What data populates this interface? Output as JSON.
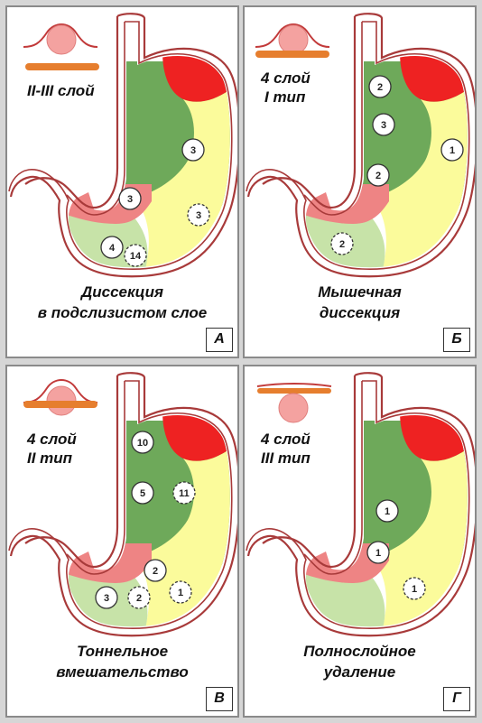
{
  "colors": {
    "outline": "#a83a3a",
    "dark_green": "#6ea95a",
    "light_green": "#c7e3a8",
    "red": "#ee2222",
    "pink": "#ee8484",
    "yellow": "#fbfb9b",
    "lesion": "#f4a2a0",
    "plate": "#e67e2e"
  },
  "panels": [
    {
      "id": "a",
      "letter": "А",
      "title_lines": [
        "II-III слой"
      ],
      "caption_lines": [
        "Диссекция",
        "в подслизистом слое"
      ],
      "markers": [
        {
          "label": "3",
          "dashed": false
        },
        {
          "label": "3",
          "dashed": false
        },
        {
          "label": "3",
          "dashed": true
        },
        {
          "label": "4",
          "dashed": false
        },
        {
          "label": "14",
          "dashed": true
        }
      ]
    },
    {
      "id": "b",
      "letter": "Б",
      "title_lines": [
        "4 слой",
        "I тип"
      ],
      "caption_lines": [
        "Мышечная",
        "диссекция"
      ],
      "markers": [
        {
          "label": "2",
          "dashed": false
        },
        {
          "label": "3",
          "dashed": false
        },
        {
          "label": "2",
          "dashed": false
        },
        {
          "label": "1",
          "dashed": false
        },
        {
          "label": "2",
          "dashed": true
        }
      ]
    },
    {
      "id": "c",
      "letter": "В",
      "title_lines": [
        "4 слой",
        "II тип"
      ],
      "caption_lines": [
        "Тоннельное",
        "вмешательство"
      ],
      "markers": [
        {
          "label": "10",
          "dashed": false
        },
        {
          "label": "5",
          "dashed": false
        },
        {
          "label": "11",
          "dashed": true
        },
        {
          "label": "2",
          "dashed": false
        },
        {
          "label": "1",
          "dashed": true
        },
        {
          "label": "3",
          "dashed": false
        },
        {
          "label": "2",
          "dashed": true
        }
      ]
    },
    {
      "id": "d",
      "letter": "Г",
      "title_lines": [
        "4 слой",
        "III тип"
      ],
      "caption_lines": [
        "Полнослойное",
        "удаление"
      ],
      "markers": [
        {
          "label": "1",
          "dashed": false
        },
        {
          "label": "1",
          "dashed": false
        },
        {
          "label": "1",
          "dashed": true
        }
      ]
    }
  ]
}
